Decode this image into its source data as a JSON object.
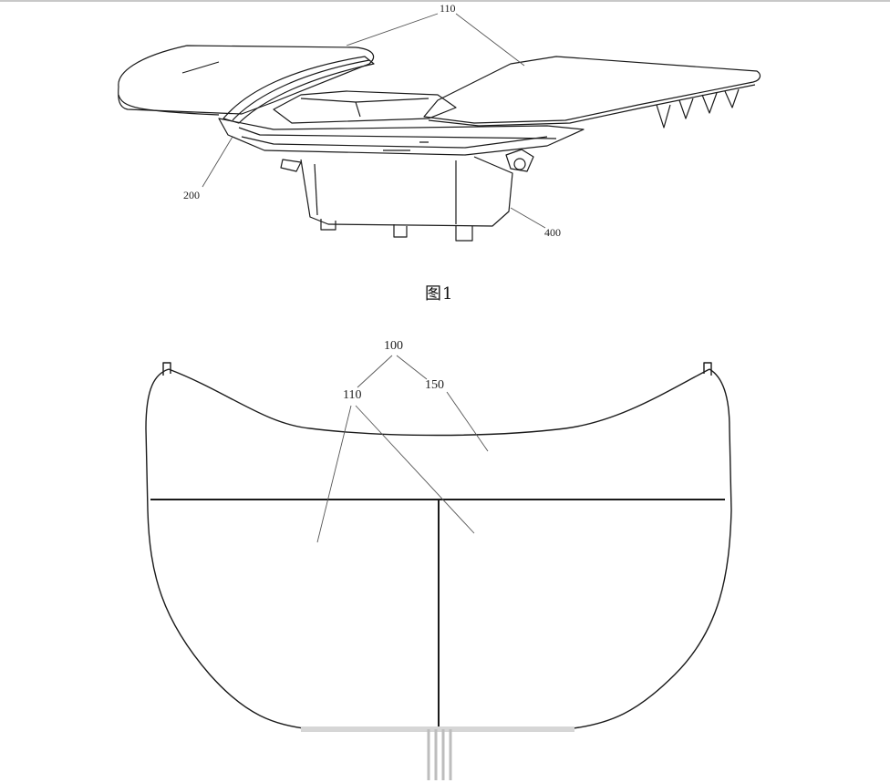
{
  "figure1": {
    "caption": "图1",
    "labels": {
      "ref_110": "110",
      "ref_200": "200",
      "ref_400": "400"
    }
  },
  "figure2": {
    "labels": {
      "ref_100": "100",
      "ref_110": "110",
      "ref_150": "150"
    }
  },
  "colors": {
    "line": "#1a1a1a",
    "leader": "#555555",
    "paper": "#ffffff"
  }
}
